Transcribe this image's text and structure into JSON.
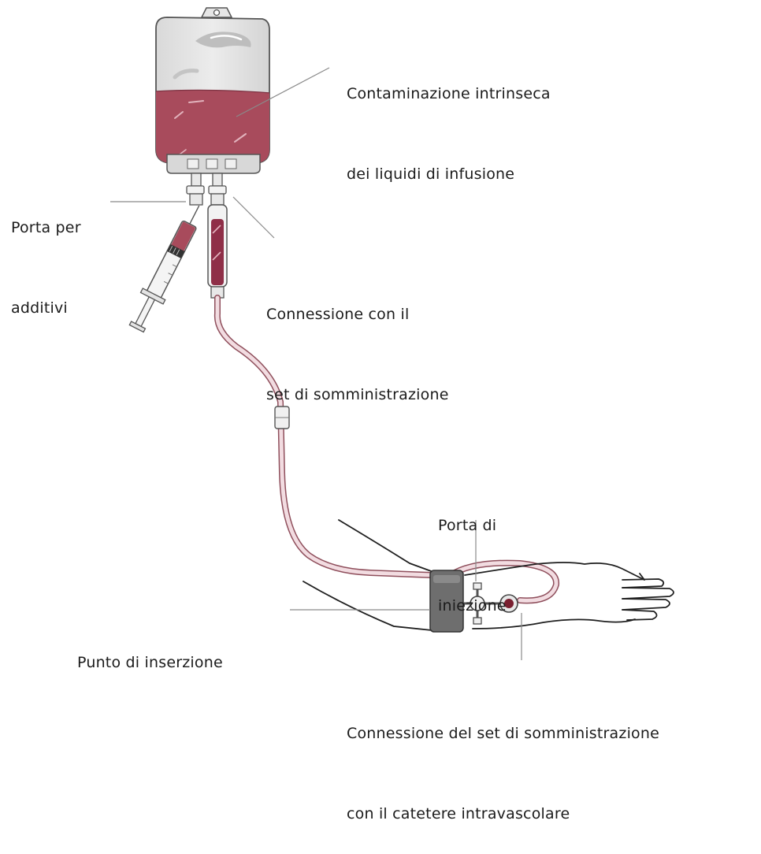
{
  "labels": {
    "contamination": [
      "Contaminazione intrinseca",
      "dei liquidi di infusione"
    ],
    "additive_port": [
      "Porta per",
      "additivi"
    ],
    "set_connection": [
      "Connessione con il",
      "set di somministrazione"
    ],
    "injection_port": [
      "Porta di",
      "iniezione"
    ],
    "insertion_point": [
      "Punto di inserzione"
    ],
    "catheter_connection": [
      "Connessione del set di somministrazione",
      "con il catetere intravascolare"
    ]
  },
  "colors": {
    "fluid": "#a84b5c",
    "bag_outline": "#555555",
    "bag_fill": "#e6e6e6",
    "tube": "#b4707e",
    "tape": "#6e6e6e",
    "leader_line": "#8a8a8a"
  }
}
